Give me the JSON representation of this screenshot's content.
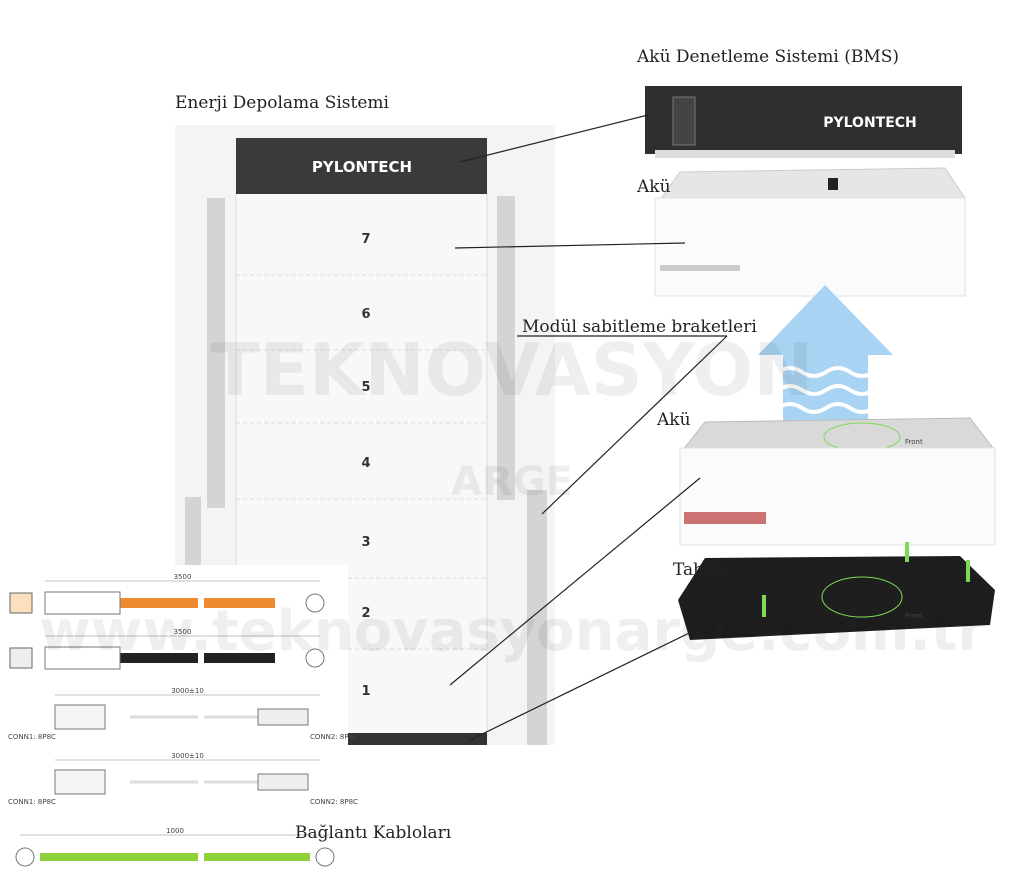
{
  "labels": {
    "ess": "Enerji Depolama Sistemi",
    "bms": "Akü Denetleme Sistemi (BMS)",
    "battery_top": "Akü",
    "battery_bottom": "Akü",
    "brackets": "Modül sabitleme braketleri",
    "base": "Taban",
    "cables": "Bağlantı Kabloları"
  },
  "brand": "PYLONTECH",
  "modules": [
    "7",
    "6",
    "5",
    "4",
    "3",
    "2",
    "1"
  ],
  "cables": [
    {
      "length": "3500",
      "color": "#f08a30"
    },
    {
      "length": "3500",
      "color": "#222222"
    },
    {
      "length": "3000±10",
      "conn1": "CONN1: 8P8C",
      "conn2": "CONN2: 8P8C",
      "color": "#dddddd"
    },
    {
      "length": "3000±10",
      "conn1": "CONN1: 8P8C",
      "conn2": "CONN2: 8P8C",
      "color": "#dddddd"
    },
    {
      "length": "1000",
      "color": "#8fd13a"
    }
  ],
  "front_label": "Front",
  "watermark": {
    "main": "TEKNOVASYON",
    "sub": "ARGE",
    "url": "www.teknovasyonarge.com.tr"
  },
  "colors": {
    "dark": "#3a3a3a",
    "arrow": "#a9d3f2",
    "bracket": "#d4d4d4",
    "base": "#1e1e1e"
  }
}
